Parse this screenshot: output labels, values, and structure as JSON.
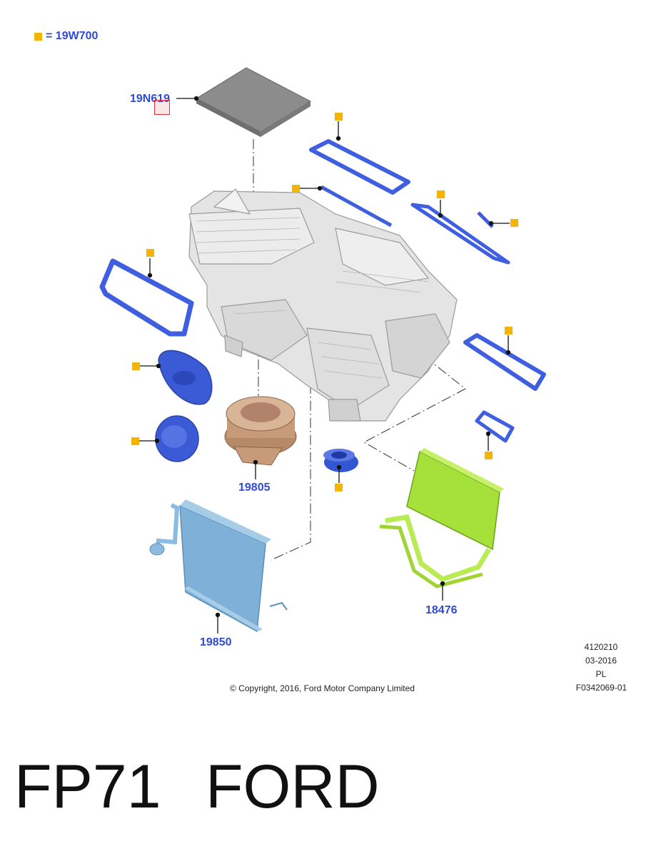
{
  "colors": {
    "marker": "#f5b400",
    "label": "#2f4bd6",
    "gasket": "#3f5fe0",
    "heater_core": "#a6e03a",
    "evaporator": "#7fb1d8",
    "blower": "#c79b7a",
    "housing": "#e4e4e4",
    "highlight": "#e0303a"
  },
  "legend": {
    "text": "= 19W700",
    "icon": "orange-square-marker"
  },
  "parts": {
    "filter": {
      "label": "19N619"
    },
    "blower": {
      "label": "19805"
    },
    "evaporator": {
      "label": "19850"
    },
    "heater": {
      "label": "18476"
    }
  },
  "meta": {
    "code": "4120210",
    "date": "03-2016",
    "lang": "PL",
    "figure": "F0342069-01",
    "copyright": "© Copyright, 2016, Ford Motor Company Limited"
  },
  "footer": {
    "model": "FP71",
    "brand": "FORD"
  }
}
